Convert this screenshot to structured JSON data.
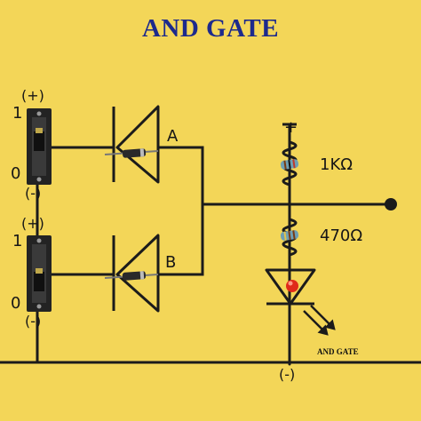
{
  "title": "AND GATE",
  "switches": [
    {
      "top_label": "(+)",
      "on_label": "1",
      "off_label": "0",
      "bottom_label": "(-)"
    },
    {
      "top_label": "(+)",
      "on_label": "1",
      "off_label": "0",
      "bottom_label": "(-)"
    }
  ],
  "inputs": {
    "a_label": "A",
    "b_label": "B"
  },
  "supply": {
    "plus_label": "+",
    "ground_label": "(-)"
  },
  "resistors": {
    "r1_label": "1KΩ",
    "r2_label": "470Ω"
  },
  "led_color": "#e02a1a",
  "wire_color": "#1b1b1b",
  "output_label": "AND GATE"
}
